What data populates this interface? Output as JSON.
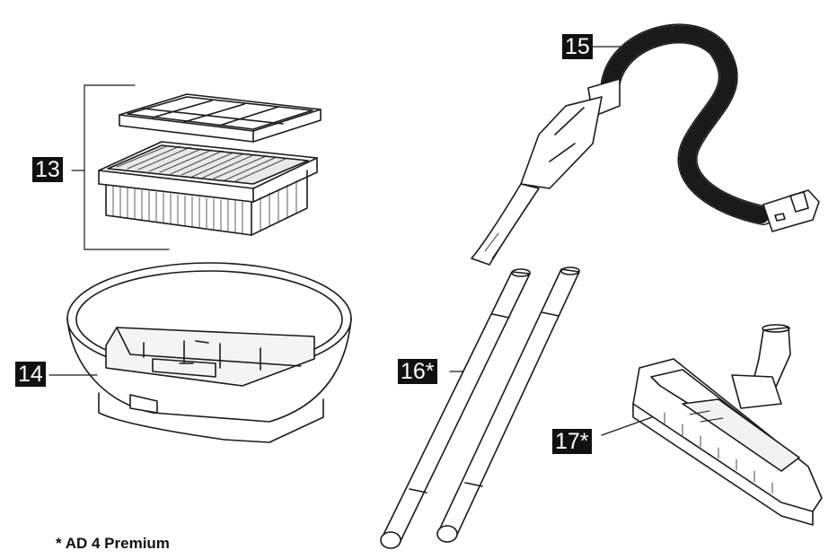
{
  "labels": {
    "filter_set": "13",
    "filter_basket": "14",
    "suction_hose": "15",
    "extension_tubes": "16*",
    "floor_nozzle": "17*"
  },
  "footnote": "* AD 4 Premium",
  "colors": {
    "line": "#1a1a1a",
    "label_bg": "#111111",
    "label_text": "#ffffff",
    "fill_light": "#f2f2f2"
  }
}
